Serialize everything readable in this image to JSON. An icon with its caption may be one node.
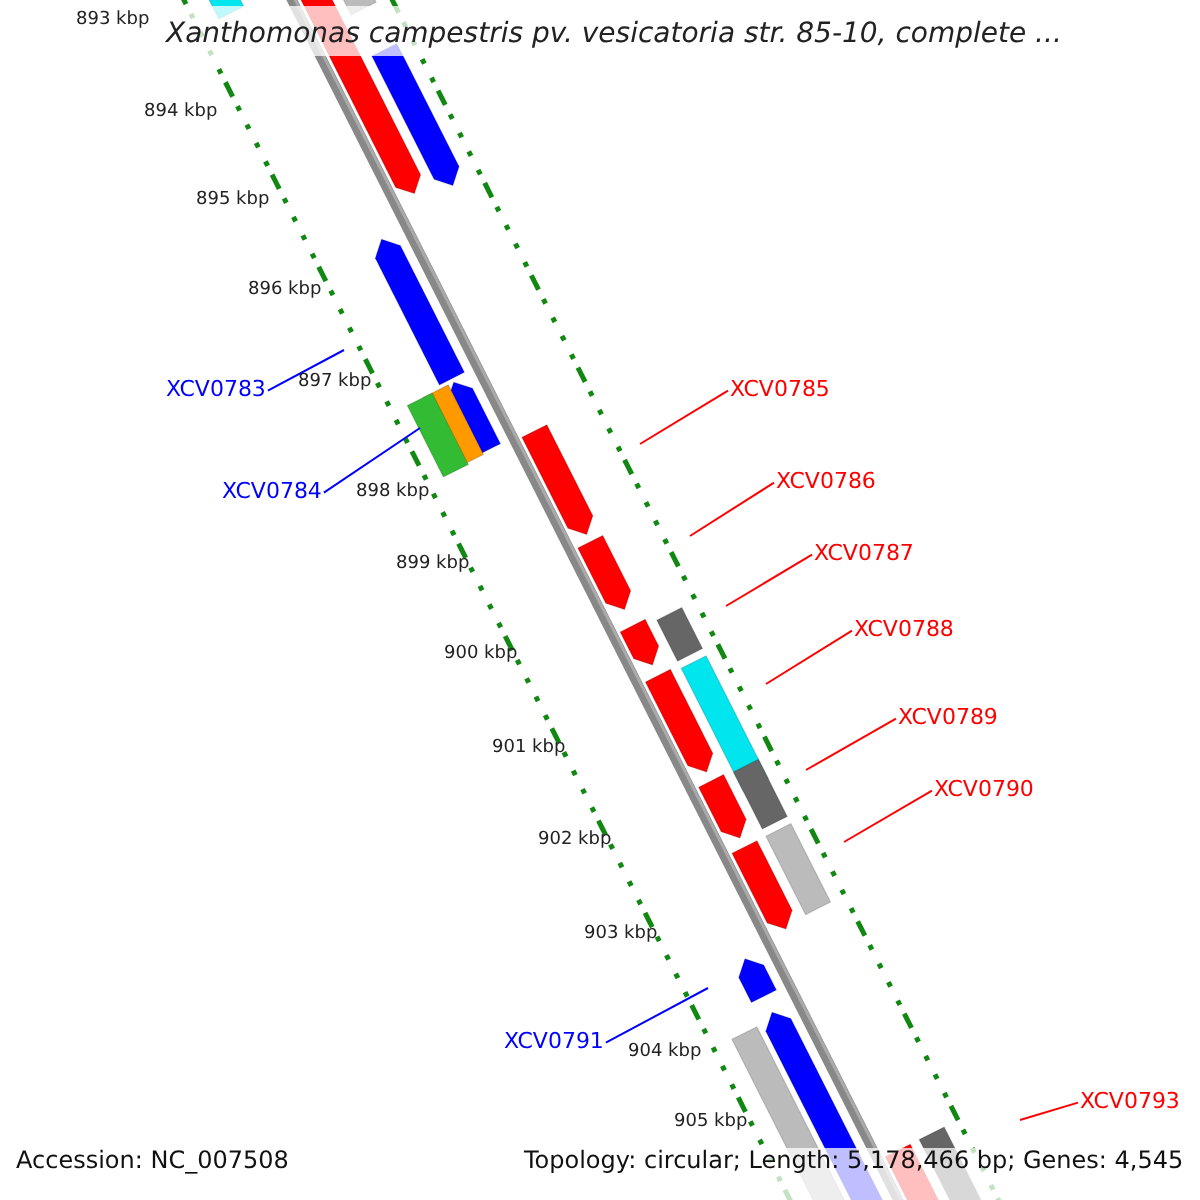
{
  "diagram": {
    "title": "Xanthomonas campestris pv. vesicatoria str. 85-10, complete ...",
    "nodes": [
      {
        "text": [
          "XCV0783"
        ]
      },
      {
        "text": [
          "XCV0784"
        ]
      },
      {
        "text": [
          "XCV0785"
        ]
      },
      {
        "text": [
          "XCV0786"
        ]
      },
      {
        "text": [
          "XCV0787"
        ]
      },
      {
        "text": [
          "XCV0788"
        ]
      },
      {
        "text": [
          "XCV0789"
        ]
      },
      {
        "text": [
          "XCV0790"
        ]
      },
      {
        "text": [
          "XCV0791"
        ]
      },
      {
        "text": [
          "XCV0793"
        ]
      }
    ],
    "edges": [
      {
        "from": 0,
        "to": null,
        "arrow": "none",
        "color": "#0000ff"
      },
      {
        "from": 1,
        "to": null,
        "arrow": "none",
        "color": "#0000ff"
      },
      {
        "from": 2,
        "to": null,
        "arrow": "none"
      },
      {
        "from": 3,
        "to": null,
        "arrow": "none"
      },
      {
        "from": 4,
        "to": null,
        "arrow": "none"
      },
      {
        "from": 5,
        "to": null,
        "arrow": "none"
      },
      {
        "from": 6,
        "to": null,
        "arrow": "none"
      },
      {
        "from": 7,
        "to": null,
        "arrow": "none"
      },
      {
        "from": 8,
        "to": null,
        "arrow": "none",
        "color": "#0000ff"
      },
      {
        "from": 9,
        "to": null,
        "arrow": "none"
      }
    ],
    "labels": [
      "893 kbp",
      "894 kbp",
      "895 kbp",
      "896 kbp",
      "897 kbp",
      "898 kbp",
      "899 kbp",
      "900 kbp",
      "901 kbp",
      "902 kbp",
      "903 kbp",
      "904 kbp",
      "905 kbp",
      "Accession: NC_007508",
      "Topology: circular; Length: 5,178,466 bp; Genes: 4,545"
    ]
  }
}
